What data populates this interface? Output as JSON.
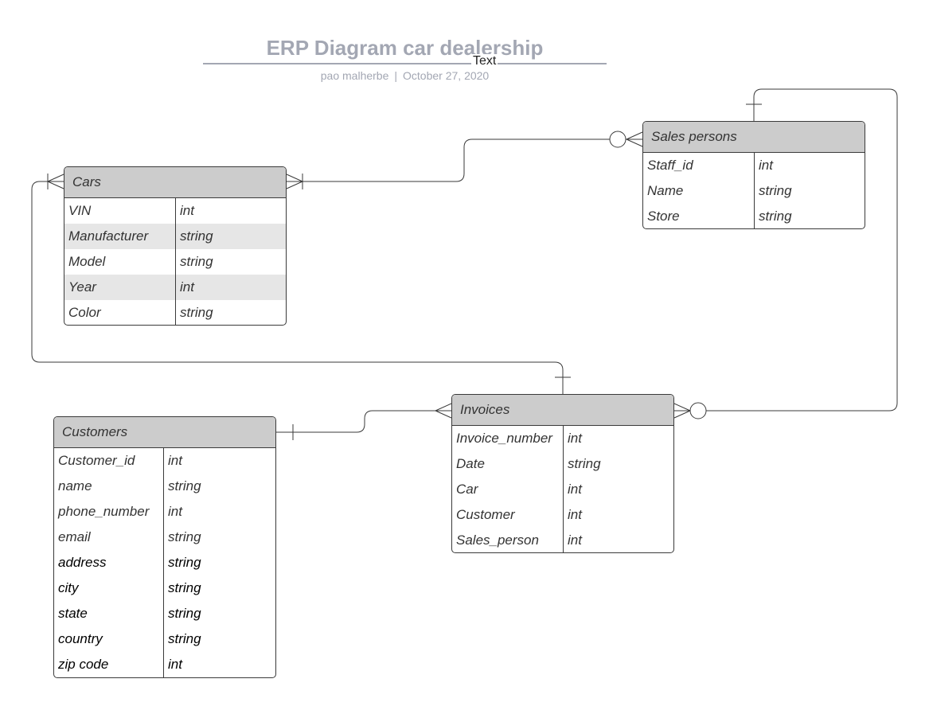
{
  "header": {
    "title": "ERP Diagram car dealership",
    "text_label": "Text",
    "author": "pao malherbe",
    "separator": "|",
    "date": "October 27, 2020"
  },
  "entities": {
    "cars": {
      "title": "Cars",
      "fields": [
        {
          "name": "VIN",
          "type": "int"
        },
        {
          "name": "Manufacturer",
          "type": "string"
        },
        {
          "name": "Model",
          "type": "string"
        },
        {
          "name": "Year",
          "type": "int"
        },
        {
          "name": "Color",
          "type": "string"
        }
      ]
    },
    "sales_persons": {
      "title": "Sales persons",
      "fields": [
        {
          "name": "Staff_id",
          "type": "int"
        },
        {
          "name": "Name",
          "type": "string"
        },
        {
          "name": "Store",
          "type": "string"
        }
      ]
    },
    "invoices": {
      "title": "Invoices",
      "fields": [
        {
          "name": "Invoice_number",
          "type": "int"
        },
        {
          "name": "Date",
          "type": "string"
        },
        {
          "name": "Car",
          "type": "int"
        },
        {
          "name": "Customer",
          "type": "int"
        },
        {
          "name": "Sales_person",
          "type": "int"
        }
      ]
    },
    "customers": {
      "title": "Customers",
      "fields": [
        {
          "name": "Customer_id",
          "type": "int"
        },
        {
          "name": "name",
          "type": "string"
        },
        {
          "name": "phone_number",
          "type": "int"
        },
        {
          "name": "email",
          "type": "string"
        },
        {
          "name": "address",
          "type": "string"
        },
        {
          "name": "city",
          "type": "string"
        },
        {
          "name": "state",
          "type": "string"
        },
        {
          "name": "country",
          "type": "string"
        },
        {
          "name": "zip code",
          "type": "int"
        }
      ]
    }
  },
  "colors": {
    "title": "#a3a7b3",
    "header_fill": "#cccccc",
    "row_shade": "#e6e6e6",
    "line": "#3a3a3a"
  }
}
